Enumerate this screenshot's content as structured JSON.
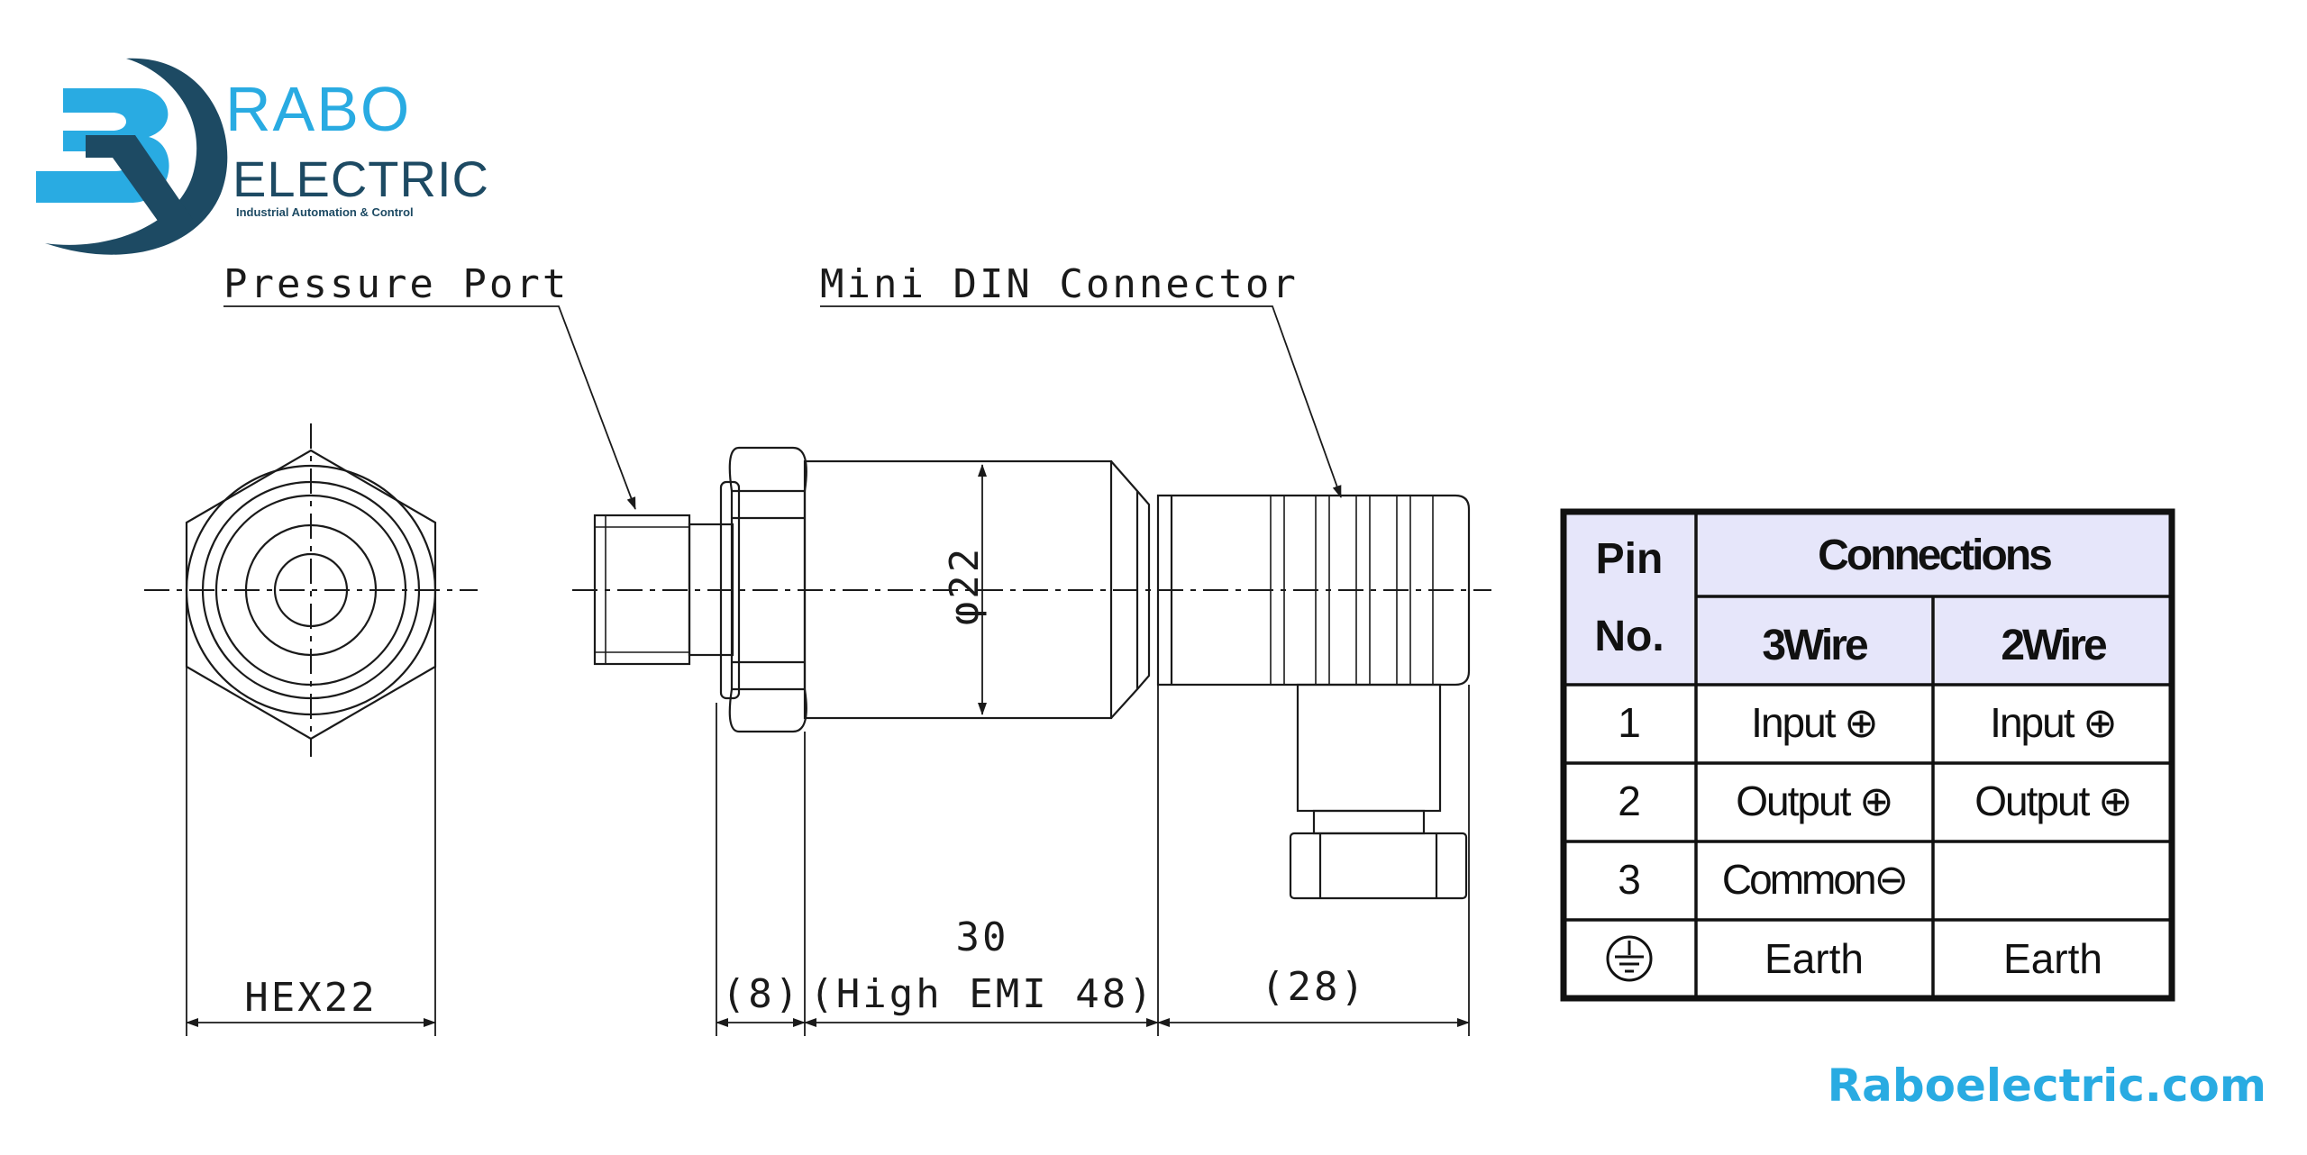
{
  "brand": {
    "name_line1": "RABO",
    "name_line2": "ELECTRIC",
    "tagline": "Industrial Automation & Control",
    "website": "Raboelectric.com",
    "logo_dark_color": "#1d4a63",
    "logo_accent_color": "#29abe2",
    "website_color": "#29abe2"
  },
  "callouts": {
    "pressure_port": "Pressure Port",
    "connector": "Mini DIN Connector",
    "diameter": "φ22"
  },
  "dimensions": {
    "hex": "HEX22",
    "d8": "(8)",
    "d30": "30",
    "d30_note": "(High EMI 48)",
    "d28": "(28)"
  },
  "pin_table": {
    "header_pin_line1": "Pin",
    "header_pin_line2": "No.",
    "header_connections": "Connections",
    "header_3wire": "3Wire",
    "header_2wire": "2Wire",
    "header_bg": "#e6e6fa",
    "rows": [
      {
        "pin": "1",
        "three_wire": "Input ⊕",
        "two_wire": "Input ⊕"
      },
      {
        "pin": "2",
        "three_wire": "Output ⊕",
        "two_wire": "Output ⊕"
      },
      {
        "pin": "3",
        "three_wire": "Common⊖",
        "two_wire": ""
      },
      {
        "pin_icon": "ground-icon",
        "three_wire": "Earth",
        "two_wire": "Earth"
      }
    ]
  }
}
